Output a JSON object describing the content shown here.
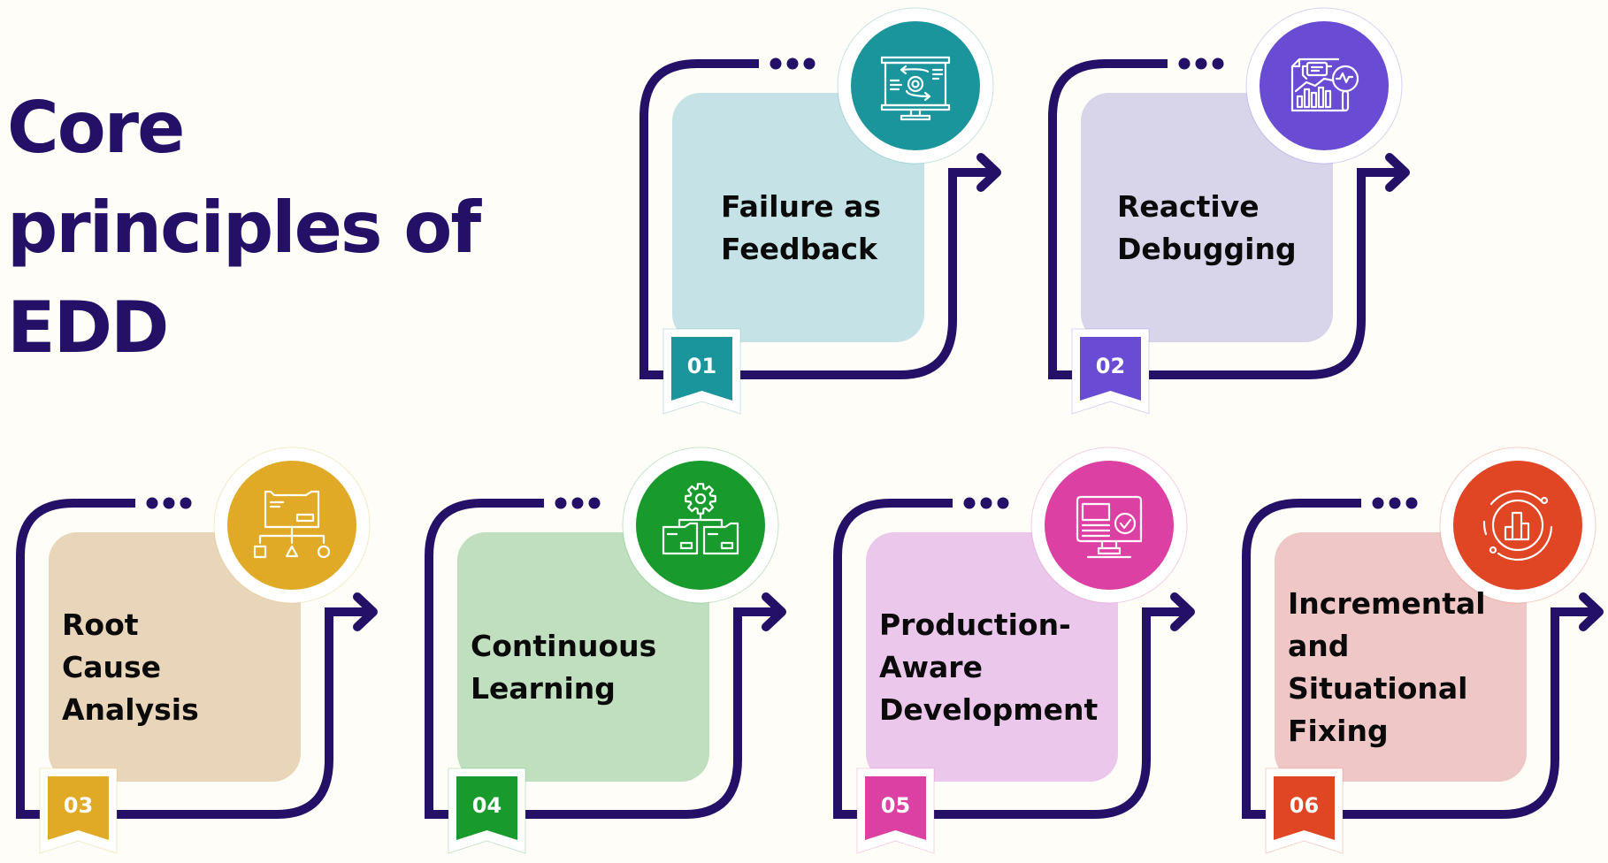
{
  "title": {
    "lines": [
      "Core",
      "principles of",
      "EDD"
    ]
  },
  "colors": {
    "background": "#fefdf8",
    "frame_line": "#241066",
    "title_text": "#241066",
    "card_text": "#0a0a0a"
  },
  "principles": [
    {
      "number": "01",
      "lines": [
        "Failure as",
        "Feedback"
      ],
      "icon": "presentation-gear-icon",
      "accent": "#1a959c",
      "box": "#c5e3e6",
      "row": 0,
      "col": 0
    },
    {
      "number": "02",
      "lines": [
        "Reactive",
        "Debugging"
      ],
      "icon": "report-magnifier-icon",
      "accent": "#6a4bd3",
      "box": "#d8d4ea",
      "row": 0,
      "col": 1
    },
    {
      "number": "03",
      "lines": [
        "Root",
        "Cause",
        "Analysis"
      ],
      "icon": "folder-hierarchy-icon",
      "accent": "#e0aa26",
      "box": "#e9d5b9",
      "row": 1,
      "col": 0
    },
    {
      "number": "04",
      "lines": [
        "Continuous",
        "Learning"
      ],
      "icon": "gear-folders-icon",
      "accent": "#189b2c",
      "box": "#bfdfbe",
      "row": 1,
      "col": 1
    },
    {
      "number": "05",
      "lines": [
        "Production-",
        "Aware",
        "Development"
      ],
      "icon": "monitor-check-icon",
      "accent": "#dd40a3",
      "box": "#ebc7ec",
      "row": 1,
      "col": 2
    },
    {
      "number": "06",
      "lines": [
        "Incremental",
        "and",
        "Situational",
        "Fixing"
      ],
      "icon": "cycle-chart-icon",
      "accent": "#e04524",
      "box": "#efc7c6",
      "row": 1,
      "col": 3
    }
  ]
}
